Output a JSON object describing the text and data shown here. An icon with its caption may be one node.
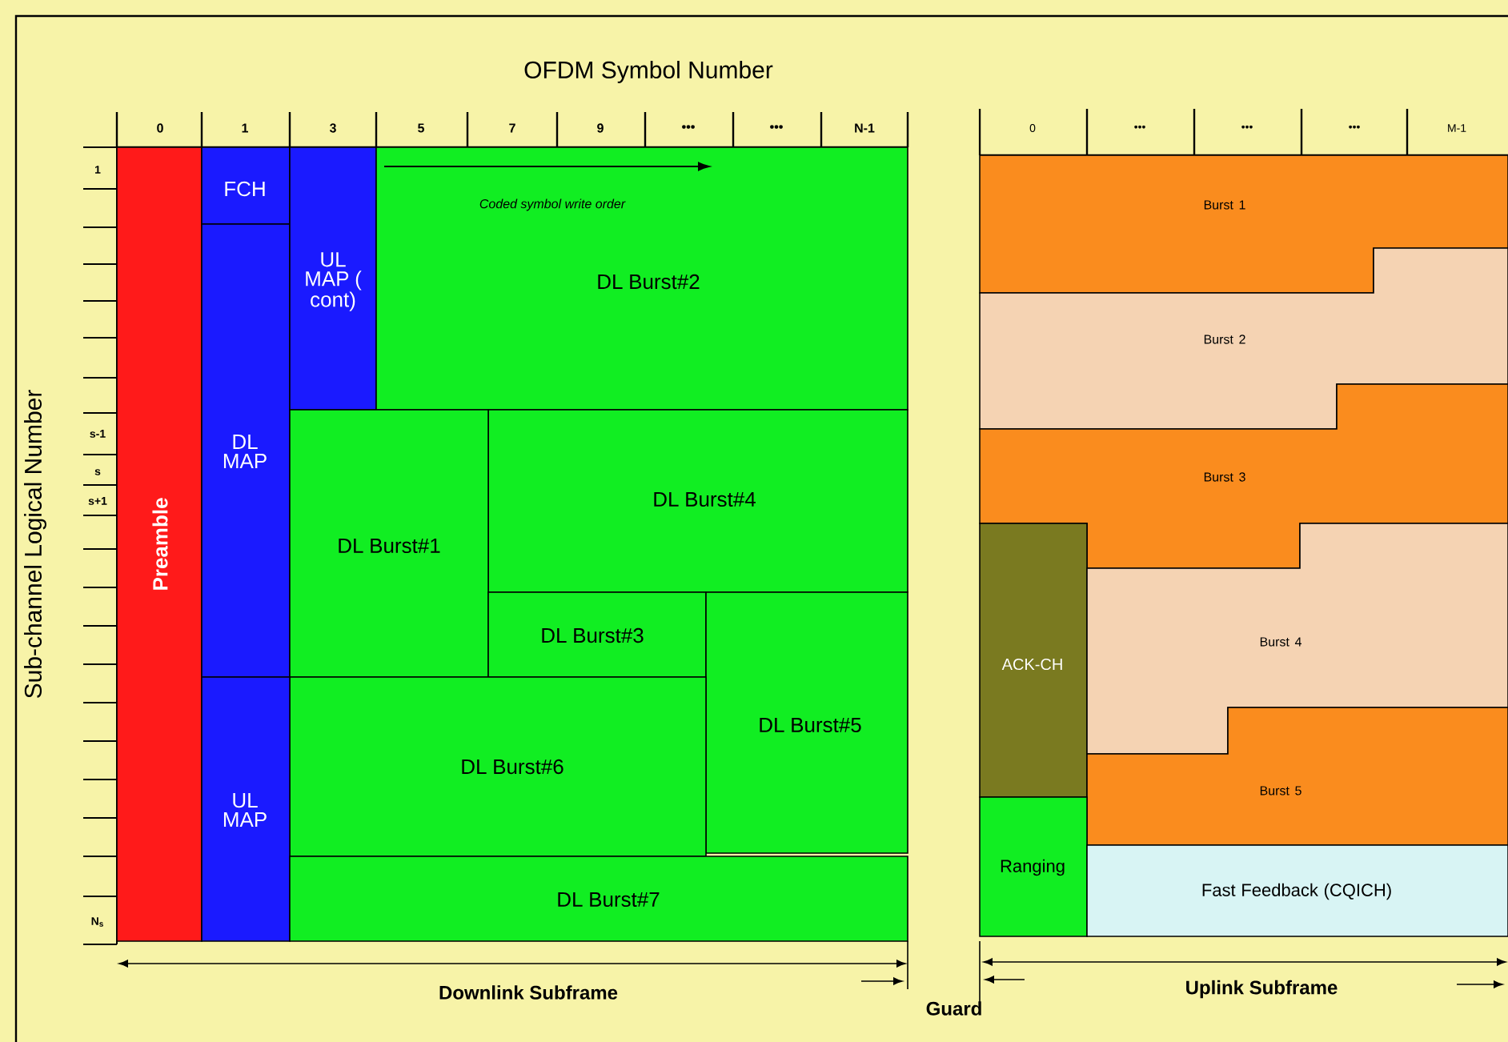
{
  "diagram": {
    "nodes": [
      {
        "text": [
          "Preamble"
        ]
      },
      {
        "text": [
          "FCH"
        ]
      },
      {
        "text": [
          "DL MAP"
        ]
      },
      {
        "text": [
          "UL MAP ( cont)"
        ]
      },
      {
        "text": [
          "DL Burst#2"
        ]
      },
      {
        "text": [
          "DL Burst#4"
        ]
      },
      {
        "text": [
          "DL Burst#1"
        ]
      },
      {
        "text": [
          "DL Burst#3"
        ]
      },
      {
        "text": [
          "DL Burst#5"
        ]
      },
      {
        "text": [
          "DL Burst#6"
        ]
      },
      {
        "text": [
          "UL MAP"
        ]
      },
      {
        "text": [
          "DL Burst#7"
        ]
      },
      {
        "text": [
          "Burst 1"
        ]
      },
      {
        "text": [
          "Burst 2"
        ]
      },
      {
        "text": [
          "Burst 3"
        ]
      },
      {
        "text": [
          "ACK-CH"
        ]
      },
      {
        "text": [
          "Burst 4"
        ]
      },
      {
        "text": [
          "Burst 5"
        ]
      },
      {
        "text": [
          "Ranging"
        ]
      },
      {
        "text": [
          "Fast Feedback (CQICH)"
        ]
      }
    ],
    "labels": [
      "OFDM Symbol Number",
      "0",
      "1",
      "3",
      "5",
      "7",
      "9",
      "•••",
      "•••",
      "N-1",
      "0",
      "•••",
      "•••",
      "•••",
      "M-1",
      "Sub-channel Logical Number",
      "1",
      "s-1",
      "s",
      "s+1",
      "N$_{s}$",
      "Coded symbol write order",
      "Downlink Subframe",
      "Guard",
      "Uplink Subframe"
    ]
  }
}
